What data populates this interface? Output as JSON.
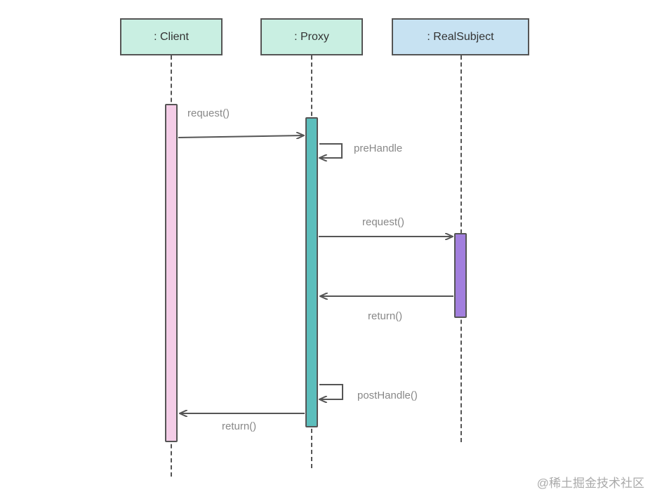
{
  "participants": {
    "client": ": Client",
    "proxy": ": Proxy",
    "real_subject": ": RealSubject"
  },
  "messages": {
    "client_request": "request()",
    "pre_handle": "preHandle",
    "proxy_request": "request()",
    "real_return": "return()",
    "post_handle": "postHandle()",
    "proxy_return": "return()"
  },
  "watermark": "@稀土掘金技术社区",
  "colors": {
    "participant_fill": "#c9efe2",
    "real_subject_fill": "#c7e2f2",
    "client_activation": "#f4cde7",
    "proxy_activation": "#5cbebc",
    "real_subject_activation": "#a27fde",
    "line": "#555555",
    "label_text": "#888888"
  }
}
